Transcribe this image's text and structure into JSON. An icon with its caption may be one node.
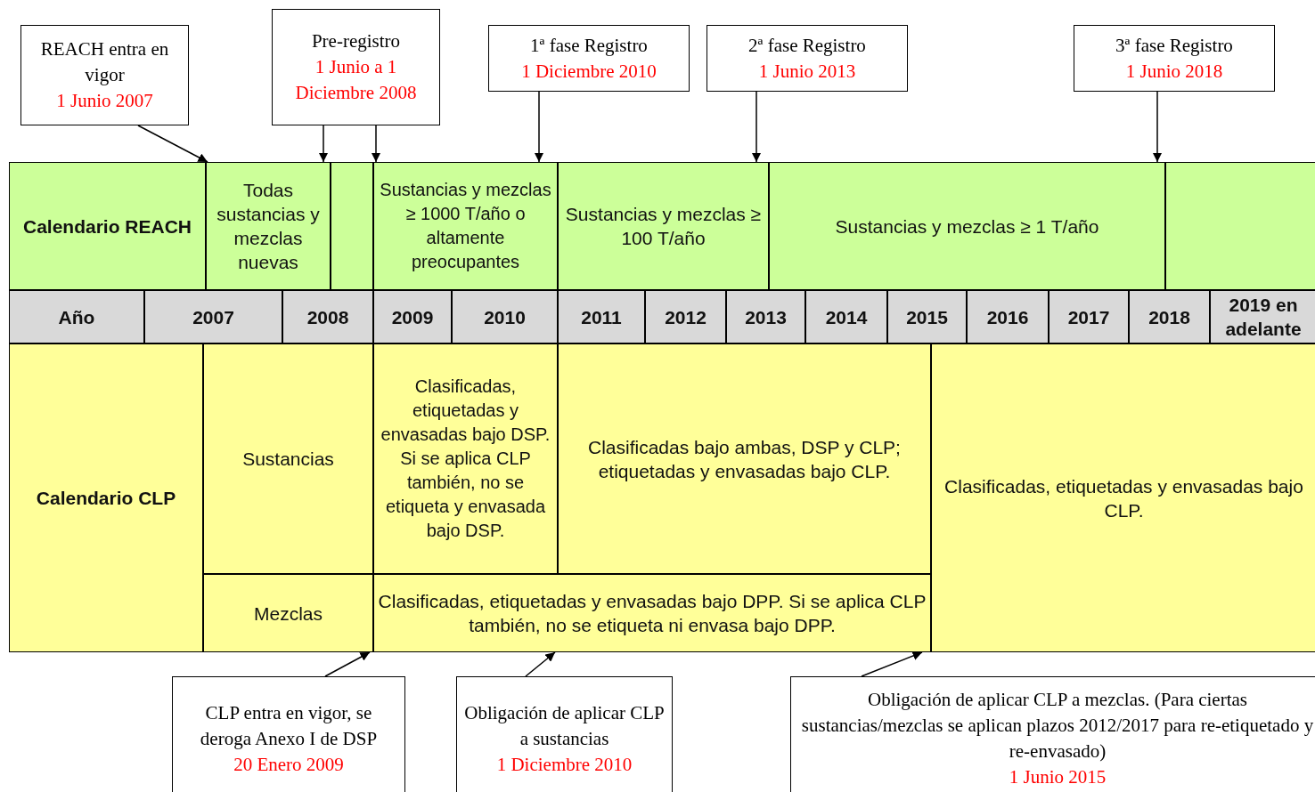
{
  "diagram": {
    "nodes": [
      {
        "text": [
          "REACH entra en vigor",
          "1 Junio 2007"
        ]
      },
      {
        "text": [
          "Pre-registro",
          "1 Junio a  1 Diciembre 2008"
        ]
      },
      {
        "text": [
          "1ª fase Registro",
          "1 Diciembre 2010"
        ]
      },
      {
        "text": [
          "2ª fase Registro",
          "1 Junio 2013"
        ]
      },
      {
        "text": [
          "3ª fase Registro",
          "1 Junio 2018"
        ]
      },
      {
        "text": [
          "Calendario REACH"
        ]
      },
      {
        "text": [
          "Todas sustancias y mezclas nuevas"
        ]
      },
      {
        "text": [],
        "shape": "box"
      },
      {
        "text": [
          "Sustancias y mezclas ≥ 1000 T/año o altamente preocupantes"
        ]
      },
      {
        "text": [
          "Sustancias y mezclas  ≥ 100 T/año"
        ]
      },
      {
        "text": [
          "Sustancias y mezclas  ≥ 1 T/año"
        ]
      },
      {
        "text": [],
        "shape": "box"
      },
      {
        "text": [
          "Año"
        ]
      },
      {
        "text": [
          "2007"
        ]
      },
      {
        "text": [
          "2008"
        ]
      },
      {
        "text": [
          "2009"
        ]
      },
      {
        "text": [
          "2010"
        ]
      },
      {
        "text": [
          "2011"
        ]
      },
      {
        "text": [
          "2012"
        ]
      },
      {
        "text": [
          "2013"
        ]
      },
      {
        "text": [
          "2014"
        ]
      },
      {
        "text": [
          "2015"
        ]
      },
      {
        "text": [
          "2016"
        ]
      },
      {
        "text": [
          "2017"
        ]
      },
      {
        "text": [
          "2018"
        ]
      },
      {
        "text": [
          "2019 en adelante"
        ]
      },
      {
        "text": [
          "Calendario CLP"
        ]
      },
      {
        "text": [
          "Sustancias"
        ]
      },
      {
        "text": [
          "Clasificadas, etiquetadas y envasadas bajo DSP. Si se aplica CLP también, no se etiqueta y envasada bajo DSP."
        ]
      },
      {
        "text": [
          "Clasificadas bajo ambas, DSP y CLP; etiquetadas y envasadas bajo CLP."
        ]
      },
      {
        "text": [
          "Clasificadas, etiquetadas y envasadas bajo CLP."
        ]
      },
      {
        "text": [
          "Mezclas"
        ]
      },
      {
        "text": [
          "Clasificadas, etiquetadas y envasadas bajo DPP. Si se aplica CLP también, no se etiqueta ni envasa bajo DPP."
        ]
      },
      {
        "text": [
          "CLP entra en vigor, se deroga Anexo I de DSP",
          "20 Enero 2009"
        ]
      },
      {
        "text": [
          "Obligación de aplicar CLP a sustancias",
          "1 Diciembre 2010"
        ]
      },
      {
        "text": [
          "Obligación de aplicar CLP a mezclas. (Para ciertas sustancias/mezclas se aplican plazos  2012/2017 para re-etiquetado y re-envasado)",
          "1 Junio 2015"
        ]
      }
    ],
    "edges": [
      {
        "from": 0,
        "to": 6,
        "arrow": "to"
      },
      {
        "from": 1,
        "to": 6,
        "arrow": "to"
      },
      {
        "from": 1,
        "to": 7,
        "arrow": "to"
      },
      {
        "from": 2,
        "to": 8,
        "arrow": "to"
      },
      {
        "from": 3,
        "to": 9,
        "arrow": "to"
      },
      {
        "from": 4,
        "to": 10,
        "arrow": "to"
      },
      {
        "from": 33,
        "to": 31,
        "arrow": "to"
      },
      {
        "from": 34,
        "to": 32,
        "arrow": "to"
      },
      {
        "from": 35,
        "to": 32,
        "arrow": "to"
      }
    ]
  }
}
